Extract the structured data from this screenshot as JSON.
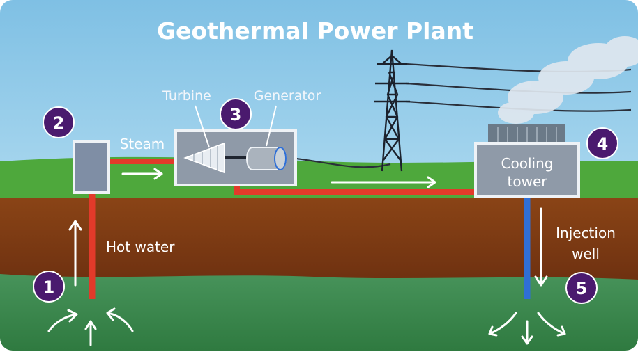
{
  "diagram": {
    "title": "Geothermal Power Plant",
    "labels": {
      "turbine": "Turbine",
      "generator": "Generator",
      "steam": "Steam",
      "hot_water": "Hot water",
      "cooling_tower_line1": "Cooling",
      "cooling_tower_line2": "tower",
      "injection_line1": "Injection",
      "injection_line2": "well"
    },
    "badges": [
      "1",
      "2",
      "3",
      "4",
      "5"
    ],
    "colors": {
      "sky": "#8ec9e8",
      "grass": "#4aa53b",
      "soil": "#7a3a12",
      "deep_ground": "#3f8a4c",
      "badge": "#4a1a6e",
      "pipe_hot": "#e23a2a",
      "pipe_cold": "#2f6fd6",
      "equipment": "#8f9aa8",
      "equipment_dark": "#5d6673"
    },
    "icons": [
      "power-pylon-icon",
      "steam-cloud-icon",
      "arrow-icon"
    ]
  }
}
